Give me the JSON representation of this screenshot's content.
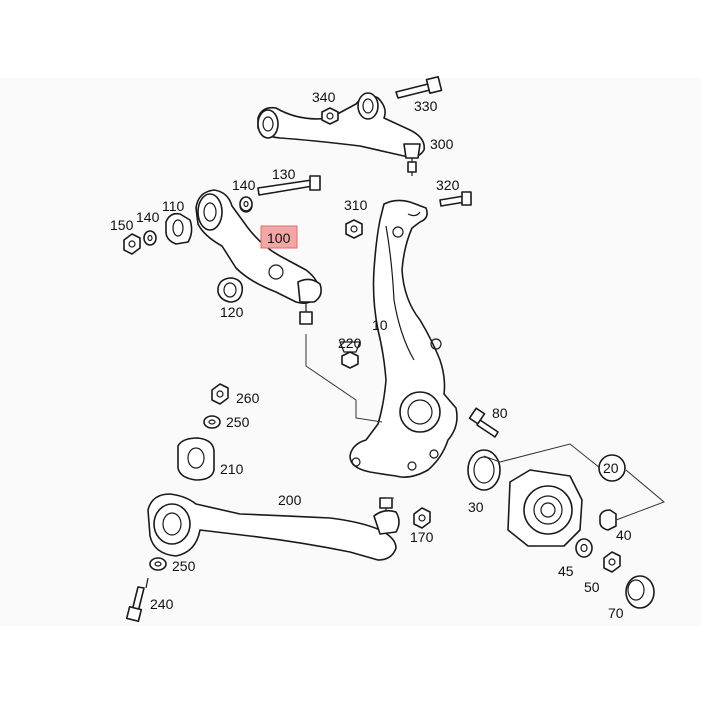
{
  "diagram": {
    "labels": {
      "l10": "10",
      "l20": "20",
      "l30": "30",
      "l40": "40",
      "l45": "45",
      "l50": "50",
      "l70": "70",
      "l80": "80",
      "l100": "100",
      "l110": "110",
      "l120": "120",
      "l130": "130",
      "l140a": "140",
      "l140b": "140",
      "l150": "150",
      "l170": "170",
      "l200": "200",
      "l210": "210",
      "l220": "220",
      "l240": "240",
      "l250a": "250",
      "l250b": "250",
      "l260": "260",
      "l300": "300",
      "l310": "310",
      "l320": "320",
      "l330": "330",
      "l340": "340"
    },
    "colors": {
      "background": "#ffffff",
      "panel": "#fafafa",
      "highlight": "#f2a6a6",
      "line": "#1a1a1a"
    }
  }
}
